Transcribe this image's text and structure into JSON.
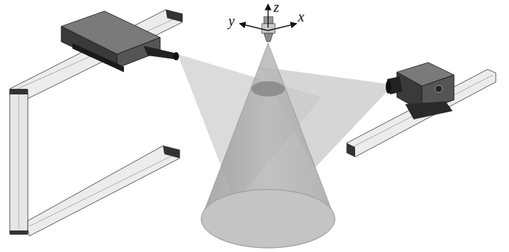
{
  "diagram": {
    "labels": [
      "z",
      "y",
      "x"
    ]
  }
}
